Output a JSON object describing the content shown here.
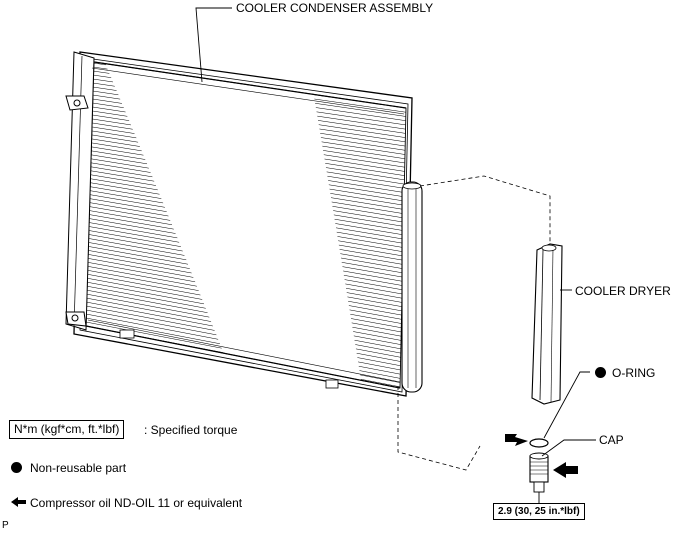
{
  "labels": {
    "condenser": "COOLER CONDENSER ASSEMBLY",
    "dryer": "COOLER DRYER",
    "oring": "O-RING",
    "cap": "CAP"
  },
  "torque_value": "2.9 (30, 25 in.*lbf)",
  "legend": {
    "torque_unit": "N*m (kgf*cm, ft.*lbf)",
    "torque_desc": ": Specified torque",
    "non_reusable": "Non-reusable part",
    "oil": "Compressor oil ND-OIL 11 or equivalent"
  },
  "footer_code": "P"
}
